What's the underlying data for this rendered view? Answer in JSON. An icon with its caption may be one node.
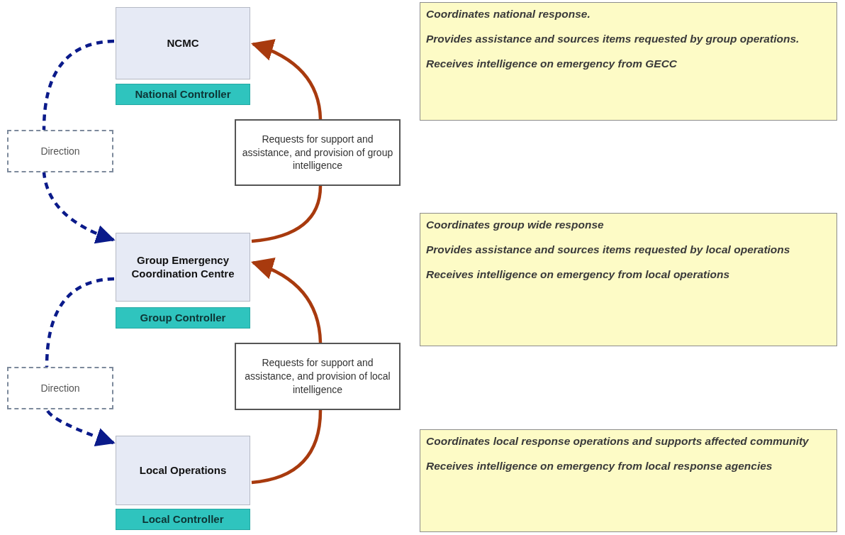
{
  "diagram": {
    "nodes": [
      {
        "text": [
          "NCMC"
        ]
      },
      {
        "text": [
          "National Controller"
        ]
      },
      {
        "text": [
          "Group Emergency Coordination Centre"
        ]
      },
      {
        "text": [
          "Group Controller"
        ]
      },
      {
        "text": [
          "Local Operations"
        ]
      },
      {
        "text": [
          "Local Controller"
        ]
      },
      {
        "text": [
          "Coordinates national response.",
          "Provides assistance and sources items requested by group operations.",
          "Receives intelligence on emergency from GECC"
        ]
      },
      {
        "text": [
          "Coordinates group wide response",
          "Provides assistance and sources items requested by local operations",
          "Receives intelligence on emergency from local operations"
        ]
      },
      {
        "text": [
          "Coordinates local response operations and supports affected community",
          "Receives intelligence on emergency from local response agencies"
        ]
      }
    ],
    "edges": [
      {
        "from": 0,
        "to": 2,
        "arrow": "to",
        "style": "dashed",
        "color": "#0a1a8a",
        "label": "Direction"
      },
      {
        "from": 2,
        "to": 4,
        "arrow": "to",
        "style": "dashed",
        "color": "#0a1a8a",
        "label": "Direction"
      },
      {
        "from": 2,
        "to": 0,
        "arrow": "to",
        "color": "#a83a0e",
        "label": "Requests for support and assistance, and provision of group intelligence"
      },
      {
        "from": 4,
        "to": 2,
        "arrow": "to",
        "color": "#a83a0e",
        "label": "Requests for support and assistance, and provision of local intelligence"
      }
    ]
  }
}
